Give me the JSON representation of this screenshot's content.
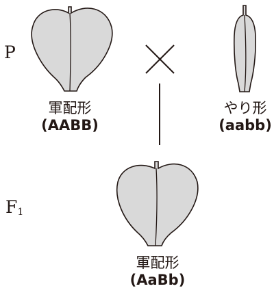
{
  "generations": {
    "parent": "P",
    "f1_letter": "F",
    "f1_sub": "1"
  },
  "cross_symbol": "×",
  "plants": {
    "parent_left": {
      "shape": "軍配形",
      "genotype_display": "(AABB)",
      "genotype": "AABB",
      "leaf": "heart-shaped-leaf-icon"
    },
    "parent_right": {
      "shape": "やり形",
      "genotype_display": "(aabb)",
      "genotype": "aabb",
      "leaf": "lance-shaped-leaf-icon"
    },
    "offspring": {
      "shape": "軍配形",
      "genotype_display": "(AaBb)",
      "genotype": "AaBb",
      "leaf": "heart-shaped-leaf-icon"
    }
  },
  "colors": {
    "leaf_fill": "#d9d9d9",
    "stroke": "#231815"
  }
}
